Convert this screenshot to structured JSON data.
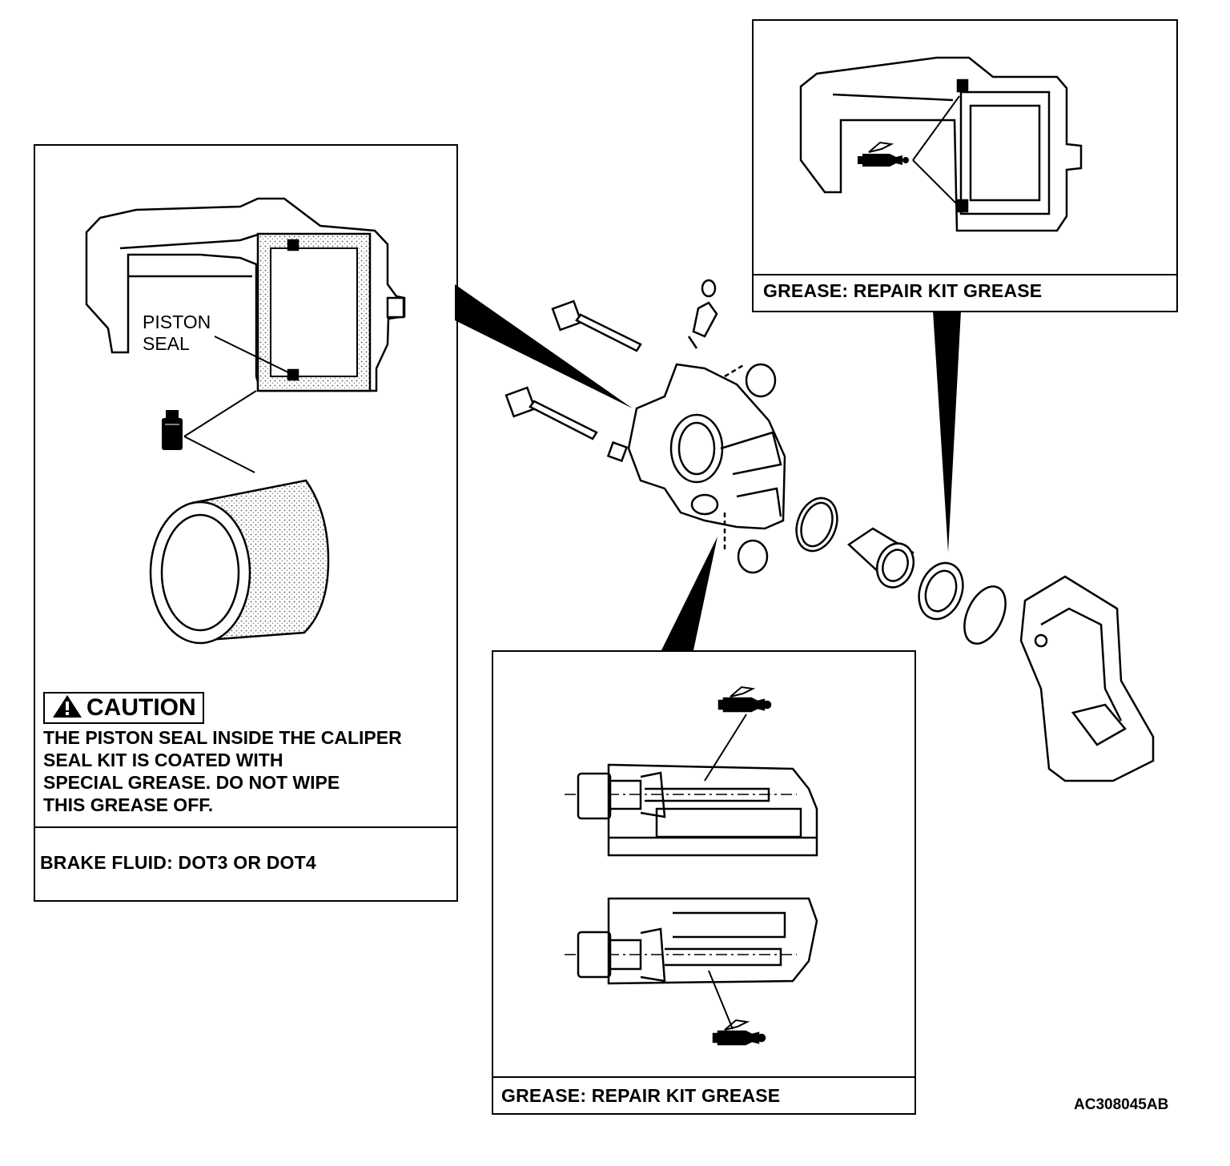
{
  "left_panel": {
    "piston_seal_label": [
      "PISTON",
      "SEAL"
    ],
    "caution": {
      "title": "CAUTION",
      "lines": [
        "THE PISTON SEAL INSIDE THE CALIPER",
        "SEAL KIT IS COATED WITH",
        "SPECIAL GREASE. DO NOT WIPE",
        "THIS GREASE OFF."
      ]
    },
    "footer": "BRAKE FLUID: DOT3 OR DOT4"
  },
  "top_right_panel": {
    "footer": "GREASE: REPAIR KIT GREASE"
  },
  "bottom_panel": {
    "footer": "GREASE: REPAIR KIT GREASE"
  },
  "figure_code": "AC308045AB",
  "icons": [
    "brake-fluid-bottle-icon",
    "grease-tube-icon",
    "warning-triangle-icon"
  ],
  "colors": {
    "ink": "#000000",
    "paper": "#ffffff",
    "stipple": "#bdbdbd"
  }
}
